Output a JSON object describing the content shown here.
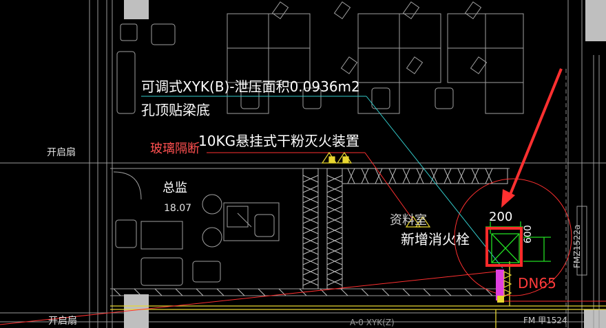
{
  "labels": {
    "vent_line1": "可调式XYK(B)-泄压面积0.0936m2",
    "vent_line2": "孔顶贴梁底",
    "extinguisher": "10KG悬挂式干粉灭火装置",
    "glass_partition": "玻璃隔断",
    "open_fan_top": "开启扇",
    "open_fan_bottom": "开启扇",
    "director": "总监",
    "director_area": "18.07",
    "archive_room": "资料室",
    "new_hydrant": "新增消火栓",
    "dim_200": "200",
    "dim_600": "600",
    "dn65": "DN65",
    "door_fmz": "FMZ1522a",
    "door_fm": "FM 甲1524",
    "bottom_note": "A-0 XYK(Z)"
  },
  "colors": {
    "background": "#000000",
    "wall": "#d8d8d8",
    "grey_line": "#8a8a8a",
    "red": "#ff3030",
    "cyan": "#33cccc",
    "green": "#22dd22",
    "yellow": "#e8d630",
    "magenta": "#e040e0"
  }
}
